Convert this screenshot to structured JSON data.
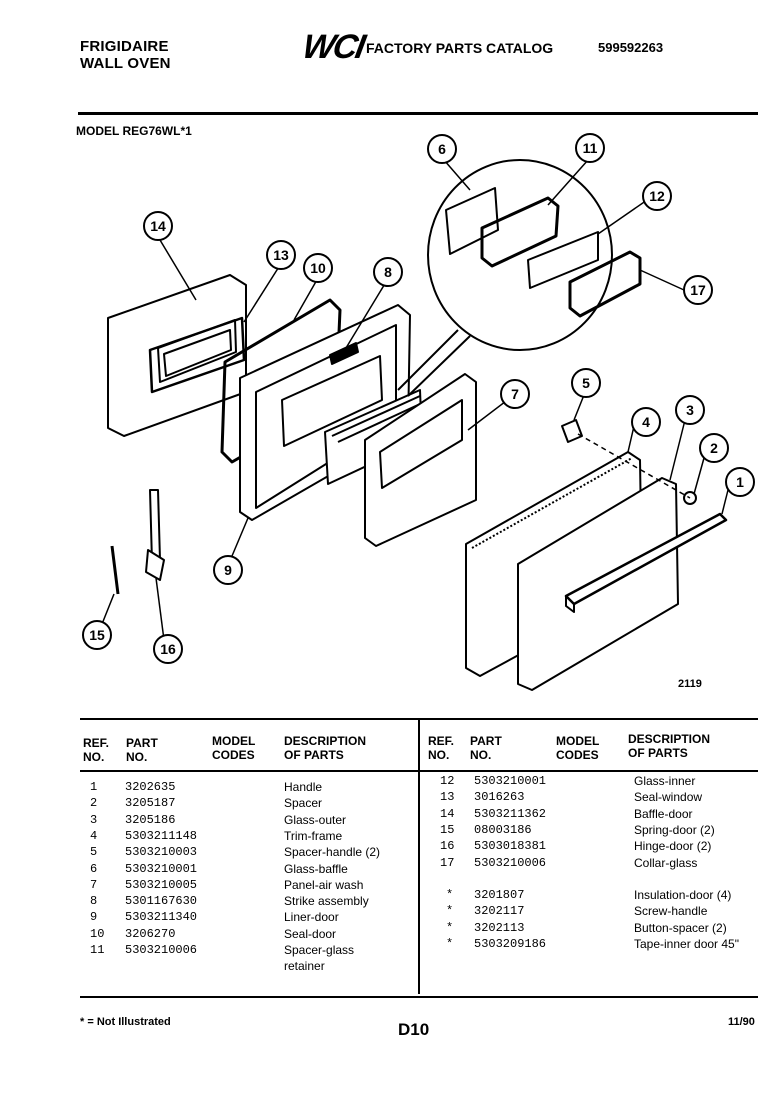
{
  "header": {
    "brand_line1": "FRIGIDAIRE",
    "brand_line2": "WALL OVEN",
    "logo": "WCI",
    "catalog_title": "FACTORY PARTS CATALOG",
    "doc_number": "599592263"
  },
  "model": "MODEL REG76WL*1",
  "figure_number": "2119",
  "callouts": [
    "1",
    "2",
    "3",
    "4",
    "5",
    "6",
    "7",
    "8",
    "9",
    "10",
    "11",
    "12",
    "13",
    "14",
    "15",
    "16",
    "17"
  ],
  "table_headers": {
    "ref": [
      "REF.",
      "NO."
    ],
    "part": [
      "PART",
      "NO."
    ],
    "model": [
      "MODEL",
      "CODES"
    ],
    "desc": [
      "DESCRIPTION",
      "OF PARTS"
    ]
  },
  "parts_left": [
    {
      "ref": "1",
      "part": "3202635",
      "desc": "Handle"
    },
    {
      "ref": "2",
      "part": "3205187",
      "desc": "Spacer"
    },
    {
      "ref": "3",
      "part": "3205186",
      "desc": "Glass-outer"
    },
    {
      "ref": "4",
      "part": "5303211148",
      "desc": "Trim-frame"
    },
    {
      "ref": "5",
      "part": "5303210003",
      "desc": "Spacer-handle (2)"
    },
    {
      "ref": "6",
      "part": "5303210001",
      "desc": "Glass-baffle"
    },
    {
      "ref": "7",
      "part": "5303210005",
      "desc": "Panel-air wash"
    },
    {
      "ref": "8",
      "part": "5301167630",
      "desc": "Strike assembly"
    },
    {
      "ref": "9",
      "part": "5303211340",
      "desc": "Liner-door"
    },
    {
      "ref": "10",
      "part": "3206270",
      "desc": "Seal-door"
    },
    {
      "ref": "11",
      "part": "5303210006",
      "desc": "Spacer-glass"
    },
    {
      "ref": "",
      "part": "",
      "desc": "retainer"
    }
  ],
  "parts_right": [
    {
      "ref": "12",
      "part": "5303210001",
      "desc": "Glass-inner"
    },
    {
      "ref": "13",
      "part": "3016263",
      "desc": "Seal-window"
    },
    {
      "ref": "14",
      "part": "5303211362",
      "desc": "Baffle-door"
    },
    {
      "ref": "15",
      "part": "08003186",
      "desc": "Spring-door (2)"
    },
    {
      "ref": "16",
      "part": "5303018381",
      "desc": "Hinge-door (2)"
    },
    {
      "ref": "17",
      "part": "5303210006",
      "desc": "Collar-glass"
    }
  ],
  "parts_extra": [
    {
      "ref": "*",
      "part": "3201807",
      "desc": "Insulation-door (4)"
    },
    {
      "ref": "*",
      "part": "3202117",
      "desc": "Screw-handle"
    },
    {
      "ref": "*",
      "part": "3202113",
      "desc": "Button-spacer (2)"
    },
    {
      "ref": "*",
      "part": "5303209186",
      "desc": "Tape-inner door 45\""
    }
  ],
  "footer": {
    "note": "* = Not Illustrated",
    "page": "D10",
    "date": "11/90"
  }
}
